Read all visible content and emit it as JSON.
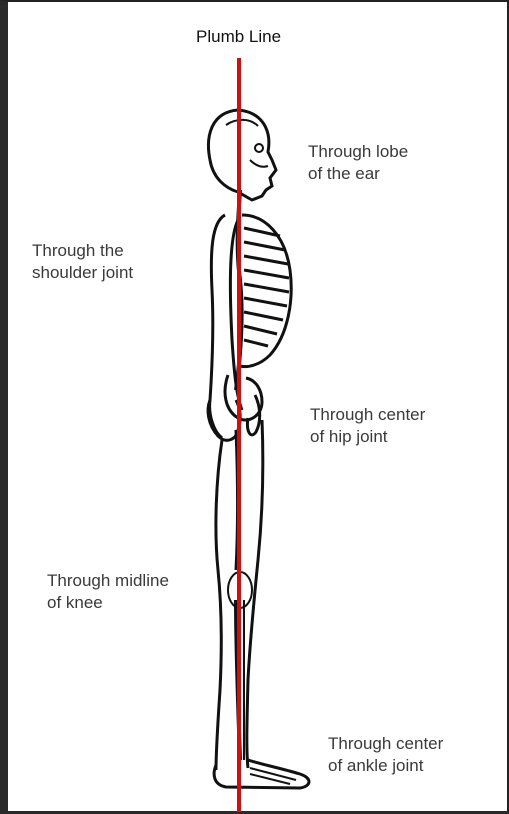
{
  "title": "Plumb Line",
  "labels": {
    "ear": "Through lobe\nof the ear",
    "shoulder": "Through the\nshoulder joint",
    "hip": "Through center\nof hip joint",
    "knee": "Through midline\nof knee",
    "ankle": "Through center\nof ankle joint"
  },
  "colors": {
    "plumb_line": "#cc1111",
    "skeleton": "#111111",
    "text": "#3a3a3a"
  }
}
